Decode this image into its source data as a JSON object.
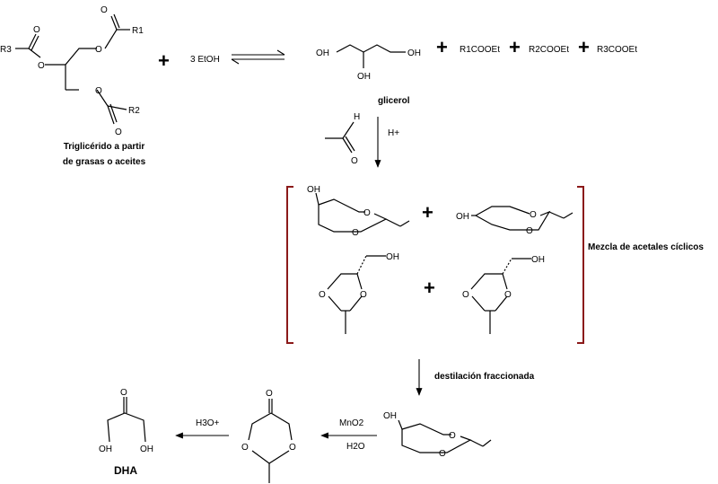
{
  "diagram": {
    "colors": {
      "ink": "#000000",
      "bracket": "#8b1a1a",
      "background": "#ffffff"
    },
    "triglyceride": {
      "r1": "R1",
      "r2": "R2",
      "r3": "R3",
      "o_label": "O",
      "caption_line1": "Triglicérido a  partir",
      "caption_line2": "de grasas o aceites"
    },
    "reagent_ethanol": "3 EtOH",
    "plus_sign": "+",
    "glycerol": {
      "oh": "OH",
      "name": "glicerol"
    },
    "esters": [
      "R1COOEt",
      "R2COOEt",
      "R3COOEt"
    ],
    "acetaldehyde": {
      "h": "H",
      "o": "O"
    },
    "acid_catalyst": "H+",
    "acetals": {
      "oh": "OH",
      "o": "O",
      "caption": "Mezcla de acetales cíclicos"
    },
    "distillation": "destilación fraccionada",
    "oxidation": {
      "reagent1": "MnO2",
      "reagent2": "H2O"
    },
    "hydrolysis": {
      "reagent": "H3O+"
    },
    "dioxanone": {
      "o": "O"
    },
    "dha": {
      "o": "O",
      "oh": "OH",
      "name": "DHA"
    }
  }
}
